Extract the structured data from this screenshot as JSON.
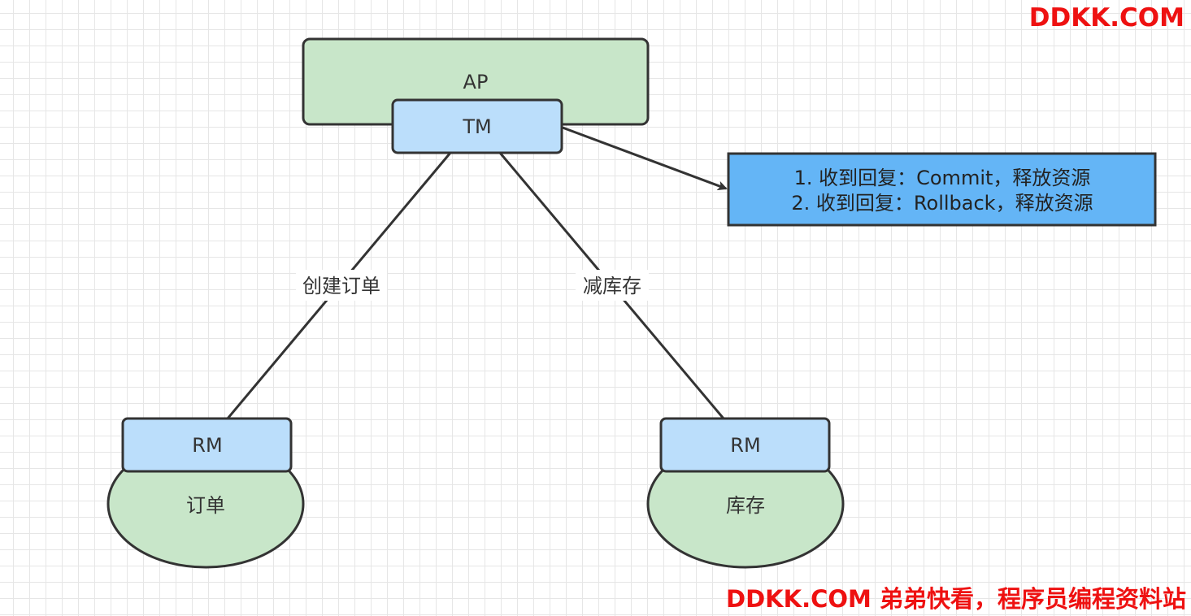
{
  "watermark": {
    "top": "DDKK.COM",
    "bottom": "DDKK.COM 弟弟快看，程序员编程资料站",
    "color": "#ee1111"
  },
  "nodes": {
    "ap": {
      "label": "AP"
    },
    "tm": {
      "label": "TM"
    },
    "rm_order": {
      "label": "RM"
    },
    "db_order": {
      "label": "订单"
    },
    "rm_stock": {
      "label": "RM"
    },
    "db_stock": {
      "label": "库存"
    }
  },
  "edges": {
    "create_order": {
      "label": "创建订单"
    },
    "reduce_stock": {
      "label": "减库存"
    }
  },
  "note": {
    "lines": [
      "1. 收到回复：Commit，释放资源",
      "2. 收到回复：Rollback，释放资源"
    ]
  },
  "colors": {
    "green_fill": "#c8e6c9",
    "blue_fill": "#bbdefb",
    "note_fill": "#64b5f6",
    "stroke": "#333333"
  }
}
